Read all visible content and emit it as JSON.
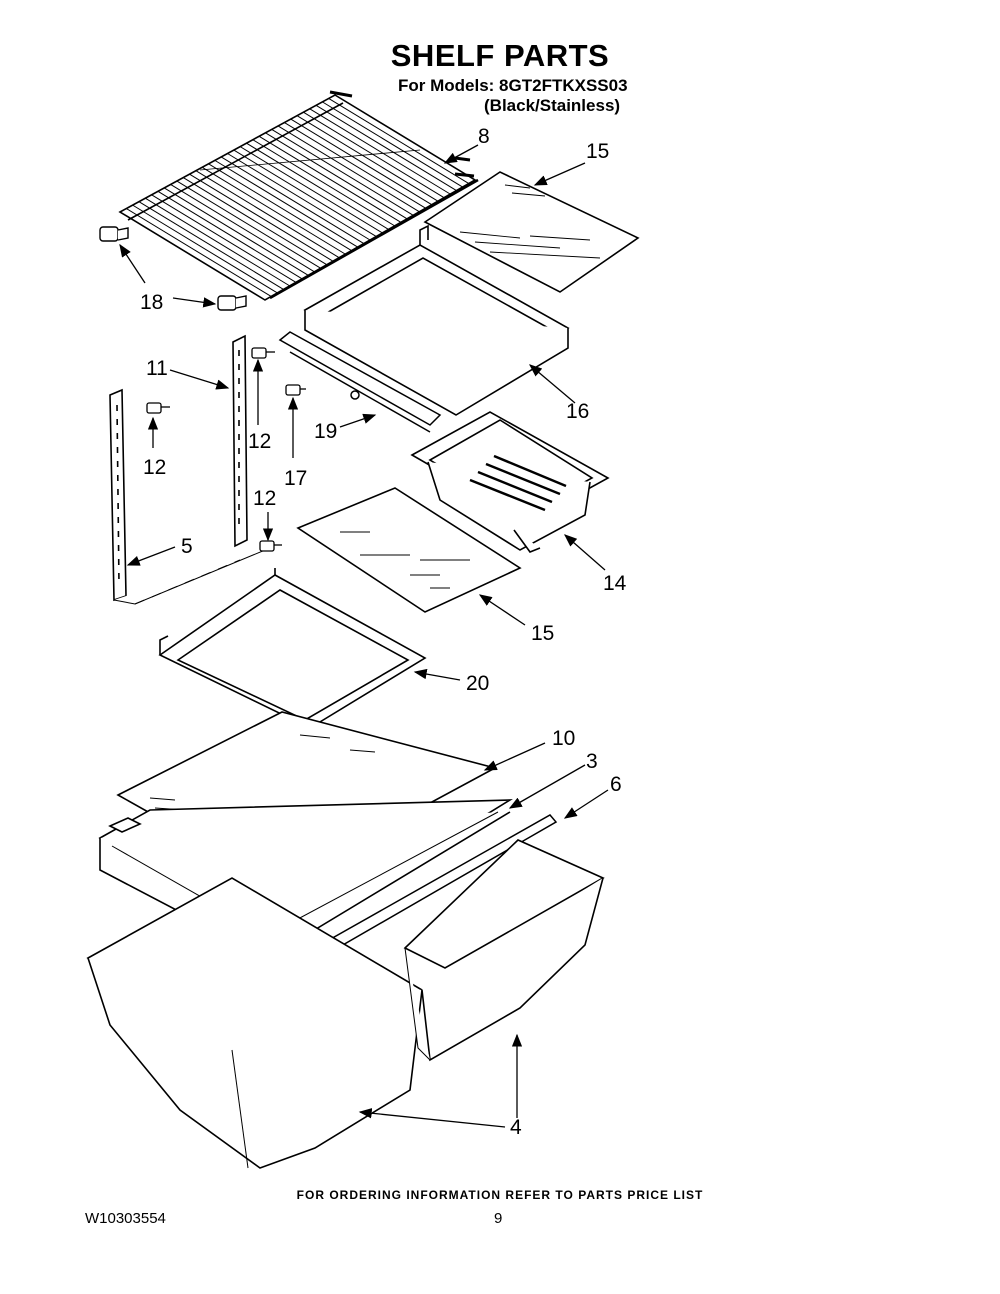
{
  "header": {
    "title": "SHELF PARTS",
    "models": "For Models: 8GT2FTKXSS03",
    "variant": "(Black/Stainless)"
  },
  "callouts": {
    "c8": "8",
    "c15a": "15",
    "c18": "18",
    "c16": "16",
    "c11": "11",
    "c12a": "12",
    "c12b": "12",
    "c19": "19",
    "c17": "17",
    "c12c": "12",
    "c5": "5",
    "c14": "14",
    "c15b": "15",
    "c20": "20",
    "c10": "10",
    "c3": "3",
    "c6": "6",
    "c4": "4"
  },
  "footer": {
    "ordering_note": "FOR ORDERING INFORMATION REFER TO PARTS PRICE LIST",
    "doc_number": "W10303554",
    "page_number": "9"
  }
}
